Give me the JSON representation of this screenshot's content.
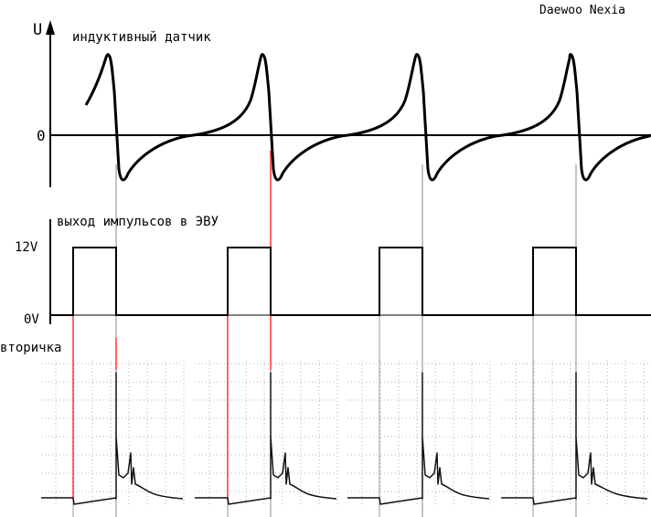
{
  "title": "Daewoo Nexia",
  "sensor": {
    "axis_label": "U",
    "zero_label": "0",
    "caption": "индуктивный датчик"
  },
  "pulses": {
    "caption": "выход импульсов в ЭВУ",
    "high_label": "12V",
    "low_label": "0V"
  },
  "secondary": {
    "caption": "вторичка"
  },
  "colors": {
    "trace": "#000000",
    "marker": "#ff0000",
    "grid": "#b0b0b0"
  }
}
